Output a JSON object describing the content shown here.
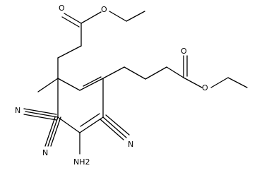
{
  "structure": {
    "atom_labels": {
      "o_carbonyl_top": "O",
      "o_ester_top": "O",
      "o_carbonyl_right": "O",
      "o_ester_right": "O",
      "n_left_1": "N",
      "n_left_2": "N",
      "n_right": "N",
      "amino": "NH2"
    },
    "colors": {
      "bonds": "#000000",
      "labels": "#000000",
      "background": "#ffffff"
    }
  }
}
